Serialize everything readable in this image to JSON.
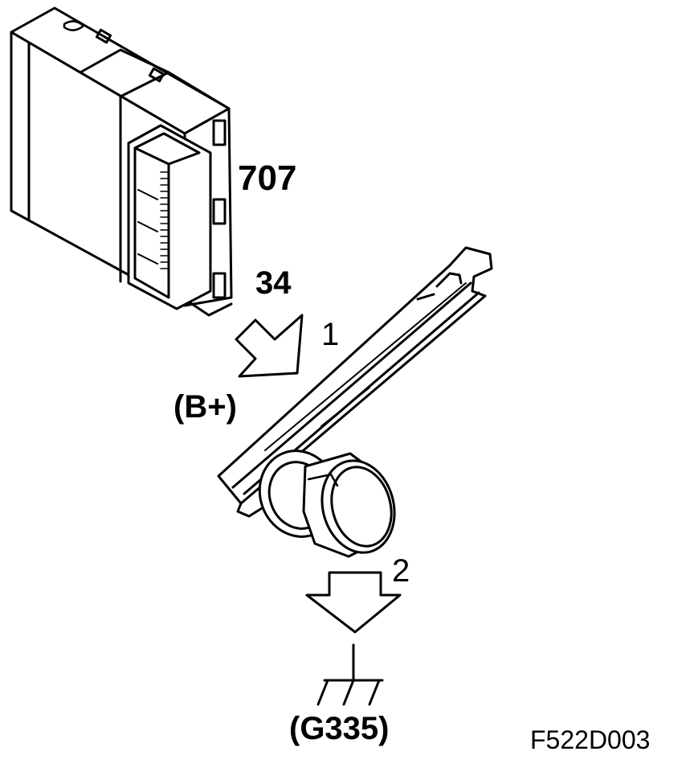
{
  "labels": {
    "module_number": "707",
    "pin_number": "34",
    "cable_number": "1",
    "supply": "(B+)",
    "ground_number": "2",
    "ground_point": "(G335)",
    "figure_code": "F522D003"
  },
  "colors": {
    "line": "#000000",
    "background": "#ffffff"
  }
}
